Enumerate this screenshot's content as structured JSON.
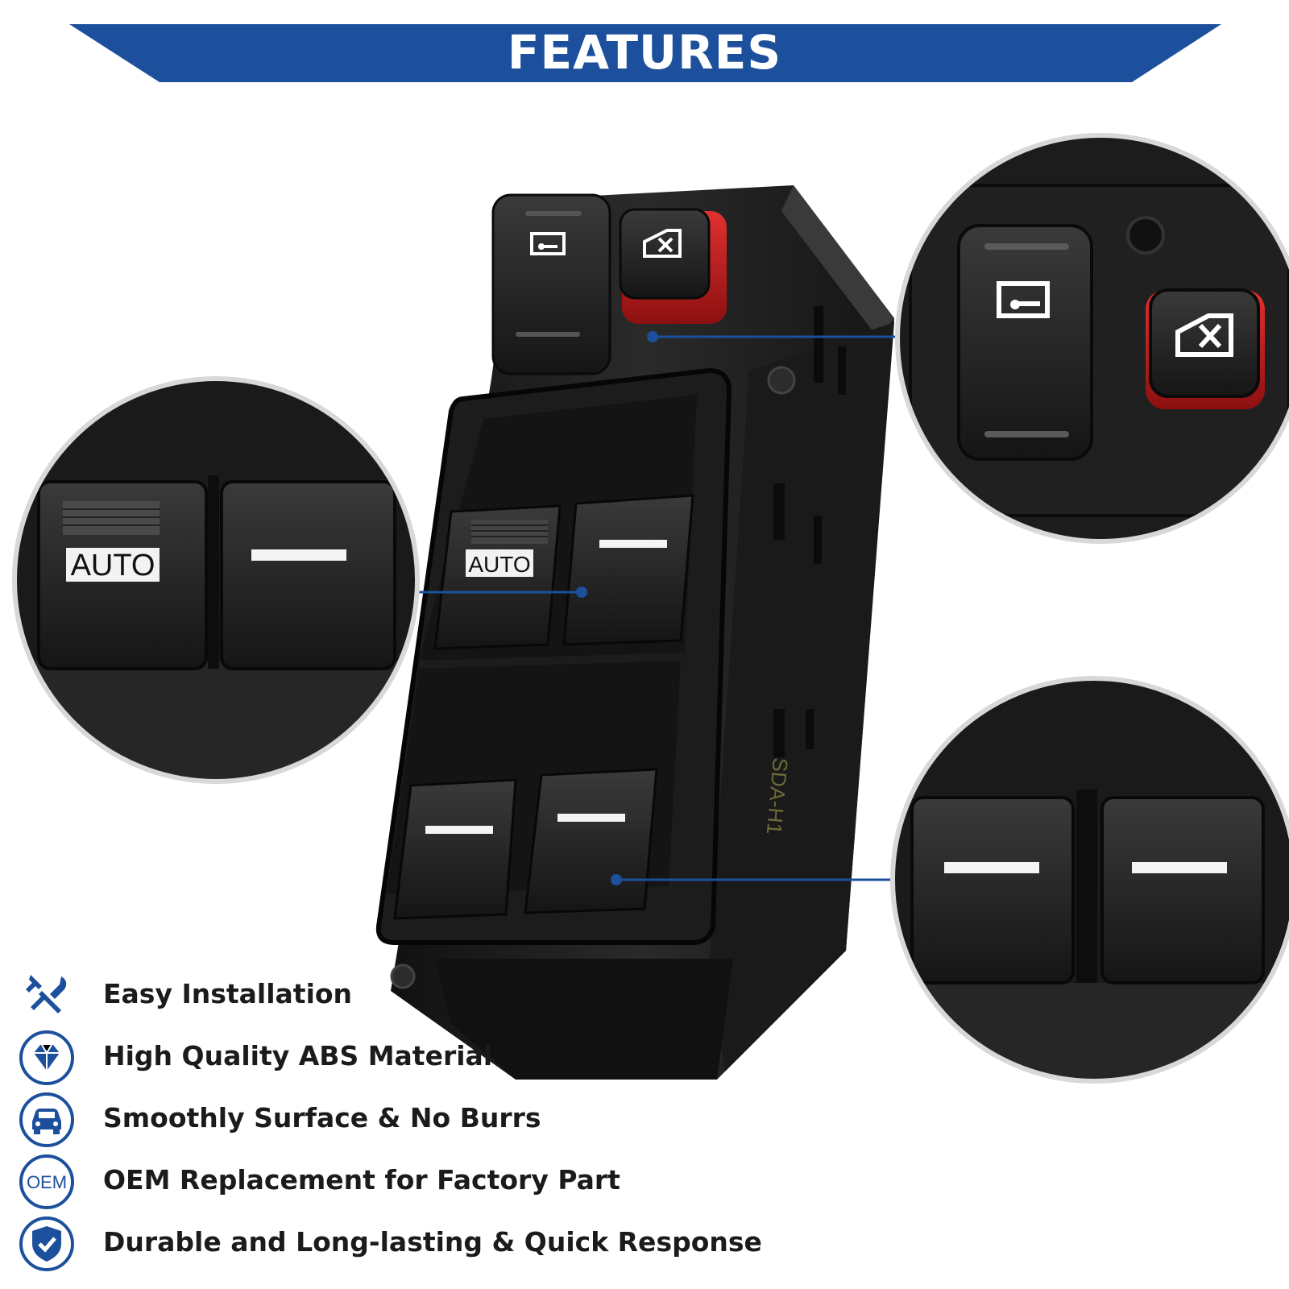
{
  "banner": {
    "title": "FEATURES",
    "color": "#1c4f9c"
  },
  "switch_labels": {
    "auto": "AUTO",
    "part_code": "SDA-H1"
  },
  "features": [
    {
      "icon": "tools-icon",
      "text": "Easy Installation"
    },
    {
      "icon": "diamond-icon",
      "text": "High Quality ABS Material"
    },
    {
      "icon": "car-icon",
      "text": "Smoothly Surface & No Burrs"
    },
    {
      "icon": "oem-icon",
      "text": "OEM Replacement for Factory Part"
    },
    {
      "icon": "shield-check-icon",
      "text": "Durable and Long-lasting & Quick Response"
    }
  ],
  "oem_badge_text": "OEM",
  "colors": {
    "accent_blue": "#1c4f9c",
    "switch_black": "#1e1e1e",
    "lock_red": "#c81e1e"
  }
}
